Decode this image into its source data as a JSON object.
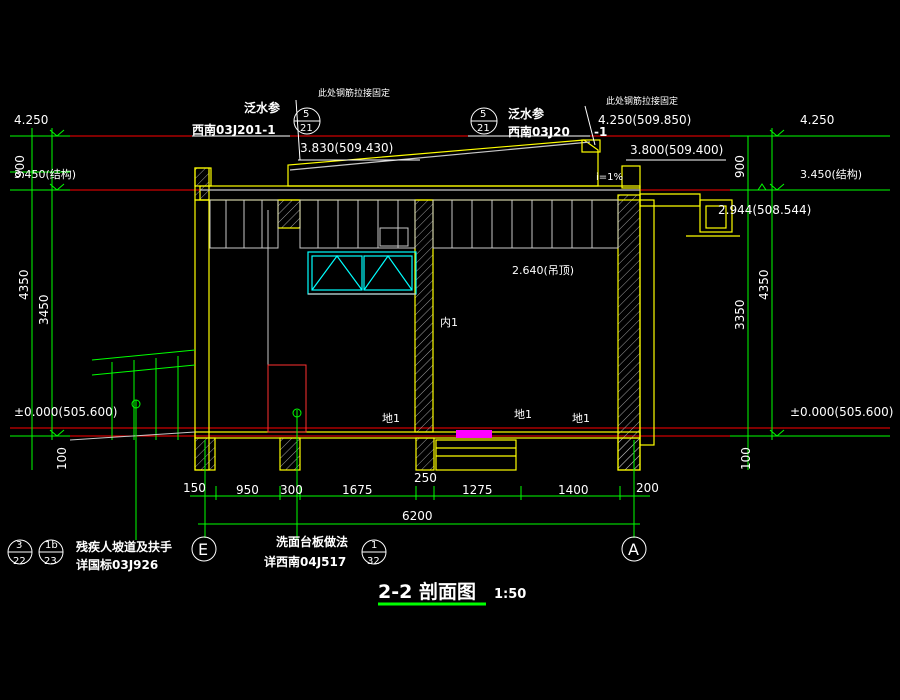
{
  "title": {
    "main": "2-2 剖面图",
    "scale": "1:50"
  },
  "elevations": {
    "left_top": "4.250",
    "left_struct": "3.450(结构)",
    "left_zero": "±0.000(505.600)",
    "right_top": "4.250",
    "right_struct": "3.450(结构)",
    "right_zero": "±0.000(505.600)",
    "roof_left": "3.830(509.430)",
    "roof_right": "4.250(509.850)",
    "parapet_right": "3.800(509.400)",
    "canopy": "2.944(508.544)",
    "ceiling": "2.640(吊顶)"
  },
  "vertical_dims": {
    "left_900": "900",
    "left_4350": "4350",
    "left_3450": "3450",
    "left_100": "100",
    "right_900": "900",
    "right_4350": "4350",
    "right_3350": "3350",
    "right_100": "100"
  },
  "horizontal_dims": {
    "d150": "150",
    "d950": "950",
    "d300": "300",
    "d1675": "1675",
    "d250": "250",
    "d1275": "1275",
    "d1400": "1400",
    "d200": "200",
    "total": "6200"
  },
  "axes": {
    "left": "E",
    "right": "A"
  },
  "notes": {
    "fs_left": "泛水参",
    "fs_left_ref": "西南03J201-1",
    "fs_left_num": "5",
    "fs_left_page": "21",
    "fs_right": "泛水参",
    "fs_right_ref": "西南03J20",
    "fs_right_suffix": "-1",
    "fs_right_num": "5",
    "fs_right_page": "21",
    "steel_left": "此处钢筋拉接固定",
    "steel_right": "此处钢筋拉接固定",
    "slope": "i=1%",
    "ramp_title": "残疾人坡道及扶手",
    "ramp_ref": "详国标03J926",
    "ramp_n1": "3",
    "ramp_p1": "22",
    "ramp_n2": "1b",
    "ramp_p2": "23",
    "basin_title": "洗面台板做法",
    "basin_ref": "详西南04J517",
    "basin_num": "1",
    "basin_page": "32"
  },
  "room_labels": {
    "inner1": "内1",
    "floor1": "地1",
    "floor2": "地1",
    "floor3": "地1"
  },
  "colors": {
    "background": "#000000",
    "wall": "#ffff00",
    "dim": "#00ff00",
    "level": "#ff0000",
    "text": "#ffffff",
    "cyan": "#00ffff",
    "magenta": "#ff00ff"
  }
}
